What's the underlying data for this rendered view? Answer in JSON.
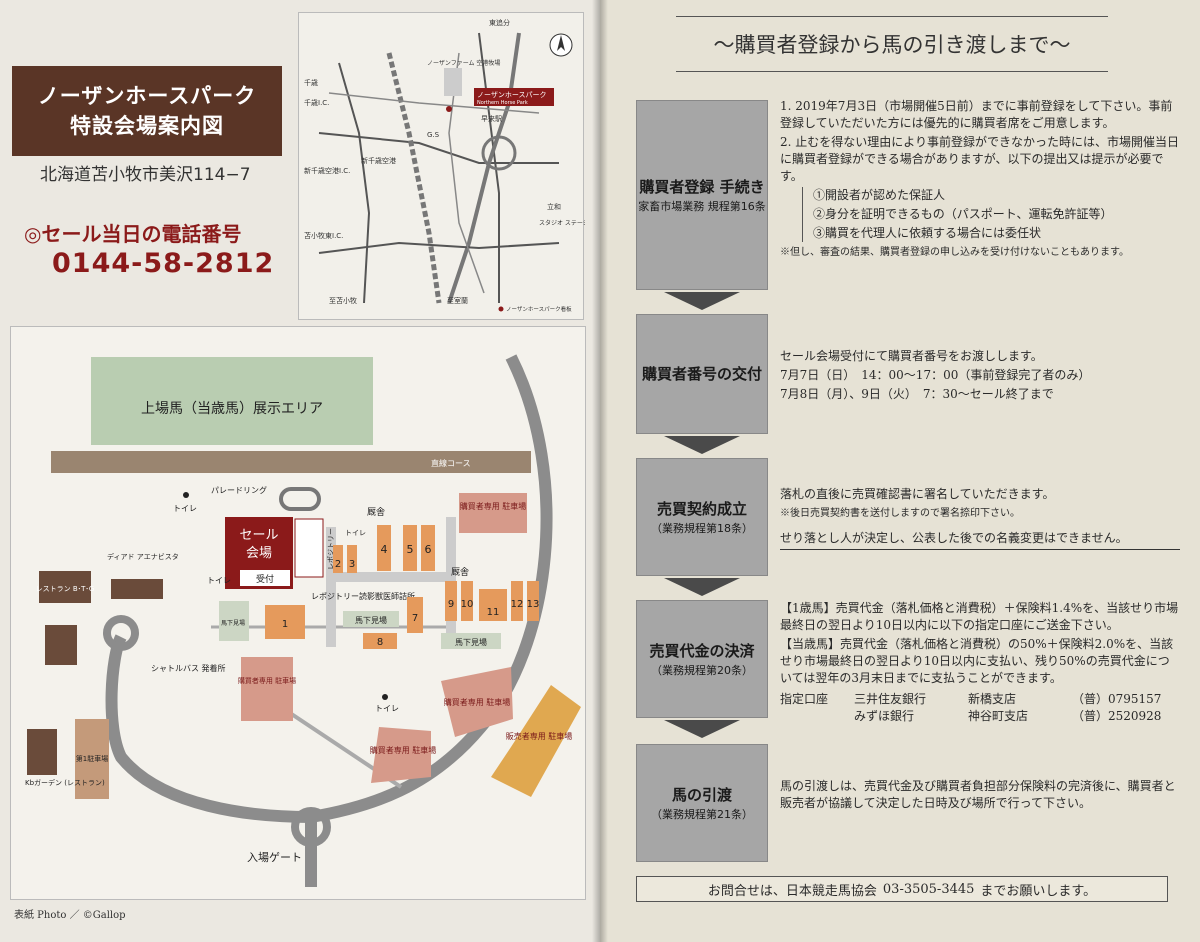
{
  "left": {
    "title_line1": "ノーザンホースパーク",
    "title_line2": "特設会場案内図",
    "address": "北海道苫小牧市美沢114−7",
    "tel_label": "◎セール当日の電話番号",
    "tel_number": "0144-58-2812",
    "locator_map": {
      "labels": {
        "higashi_ebetsu": "東追分",
        "chitose": "千歳",
        "chitose_ic": "千歳I.C.",
        "shin_chitose": "新千歳空港",
        "shin_chitose_ic": "新千歳空港I.C.",
        "tomakomai_higashi": "苫小牧東I.C.",
        "northern_farm": "ノーザンファーム 空港牧場",
        "park_jp": "ノーザンホースパーク",
        "park_en": "Northern Horse Park",
        "hayakita": "早来駅",
        "gs": "G.S",
        "tatsu": "立和",
        "station": "スタジオ ステーション",
        "to_tomakomai": "至苫小牧",
        "to_muroran": "至室蘭",
        "legend": "ノーザンホースパーク看板"
      }
    },
    "venue_map": {
      "exhibit_area": "上場馬（当歳馬）展示エリア",
      "course": "直線コース",
      "parade_ring": "パレードリング",
      "toilet": "トイレ",
      "sale_venue_line1": "セール",
      "sale_venue_line2": "会場",
      "reception": "受付",
      "repository": "レポジトリー",
      "vet_office": "レポジトリー読影獣医師詰所",
      "stable": "厩舎",
      "buyer_parking": "購買者専用 駐車場",
      "buyer_parking2": "購買者専用 駐車場",
      "buyer_parking3": "購買者専用 駐車場",
      "buyer_parking4": "購買者専用 駐車場",
      "seller_parking": "販売者専用 駐車場",
      "inspection": "馬下見場",
      "inspection2": "馬下見場",
      "inspection3": "馬下見場",
      "shuttle": "シャトルバス 発着所",
      "entrance": "入場ゲート",
      "restaurant": "レストラン B･T･G",
      "diad": "ディアド アエナビスタ",
      "kb_garden": "Kbガーデン (レストラン)",
      "parking1": "第1駐車場",
      "stalls": [
        "1",
        "2",
        "3",
        "4",
        "5",
        "6",
        "7",
        "8",
        "9",
        "10",
        "11",
        "12",
        "13"
      ]
    },
    "credit": "表紙 Photo ／ ©Gallop"
  },
  "right": {
    "heading": "〜購買者登録から馬の引き渡しまで〜",
    "steps": [
      {
        "main": "購買者登録 手続き",
        "sub": "家畜市場業務 規程第16条"
      },
      {
        "main": "購買者番号の交付",
        "sub": ""
      },
      {
        "main": "売買契約成立",
        "sub": "（業務規程第18条）"
      },
      {
        "main": "売買代金の決済",
        "sub": "（業務規程第20条）"
      },
      {
        "main": "馬の引渡",
        "sub": "（業務規程第21条）"
      }
    ],
    "s1": {
      "p1": "1. 2019年7月3日（市場開催5日前）までに事前登録をして下さい。事前登録していただいた方には優先的に購買者席をご用意します。",
      "p2": "2. 止むを得ない理由により事前登録ができなかった時には、市場開催当日に購買者登録ができる場合がありますが、以下の提出又は提示が必要です。",
      "o1": "①開設者が認めた保証人",
      "o2": "②身分を証明できるもの（パスポート、運転免許証等）",
      "o3": "③購買を代理人に依頼する場合には委任状",
      "note": "※但し、審査の結果、購買者登録の申し込みを受け付けないこともあります。"
    },
    "s2": {
      "p1": "セール会場受付にて購買者番号をお渡しします。",
      "p2": "7月7日（日）　14：00〜17：00（事前登録完了者のみ）",
      "p3": "7月8日（月）、9日（火）　7：30〜セール終了まで"
    },
    "s3": {
      "p1": "落札の直後に売買確認書に署名していただきます。",
      "note": "※後日売買契約書を送付しますので署名捺印下さい。",
      "p2": "せり落とし人が決定し、公表した後での名義変更はできません。"
    },
    "s4": {
      "p1": "【1歳馬】売買代金（落札価格と消費税）＋保険料1.4%を、当該せり市場最終日の翌日より10日以内に以下の指定口座にご送金下さい。",
      "p2": "【当歳馬】売買代金（落札価格と消費税）の50%＋保険料2.0%を、当該せり市場最終日の翌日より10日以内に支払い、残り50%の売買代金については翌年の3月末日までに支払うことができます。",
      "account_label": "指定口座",
      "bank1": "三井住友銀行",
      "branch1": "新橋支店",
      "no1": "（普）0795157",
      "bank2": "みずほ銀行",
      "branch2": "神谷町支店",
      "no2": "（普）2520928"
    },
    "s5": {
      "p1": "馬の引渡しは、売買代金及び購買者負担部分保険料の完済後に、購買者と販売者が協議して決定した日時及び場所で行って下さい。"
    },
    "footer": {
      "pre": "お問合せは、日本競走馬協会",
      "phone": "03-3505-3445",
      "post": "までお願いします。"
    }
  }
}
